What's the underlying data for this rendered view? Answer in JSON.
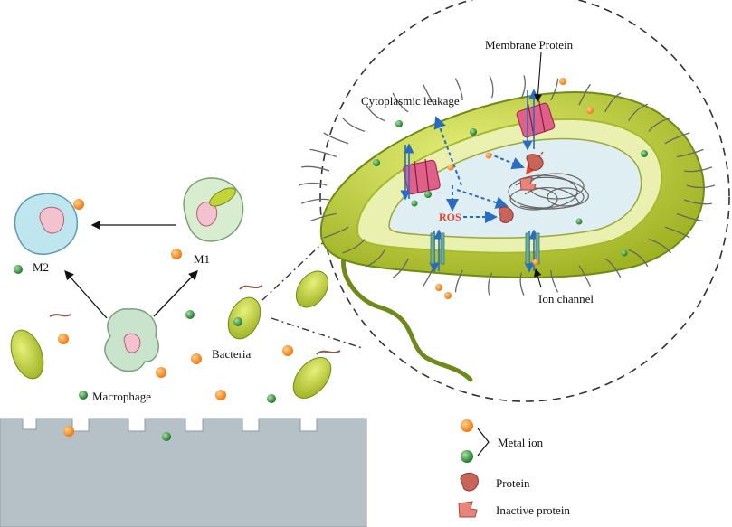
{
  "labels": {
    "membrane_protein": "Membrane Protein",
    "cytoplasmic_leakage": "Cytoplasmic leakage",
    "ros": "ROS",
    "ion_channel": "Ion channel",
    "m2": "M2",
    "m1": "M1",
    "bacteria": "Bacteria",
    "macrophage": "Macrophage"
  },
  "legend": {
    "metal_ion": "Metal ion",
    "protein": "Protein",
    "inactive_protein": "Inactive protein"
  },
  "colors": {
    "metal_ion_orange": "#f5891f",
    "metal_ion_green": "#2f8f3a",
    "bacteria_body": "#c3d43a",
    "protein": "#c8645a",
    "substrate": "#b5c0c7",
    "ros_text": "#e8432f",
    "ion_channel_arrow": "#2a6cc0",
    "membrane_protein": "#e0608a"
  }
}
